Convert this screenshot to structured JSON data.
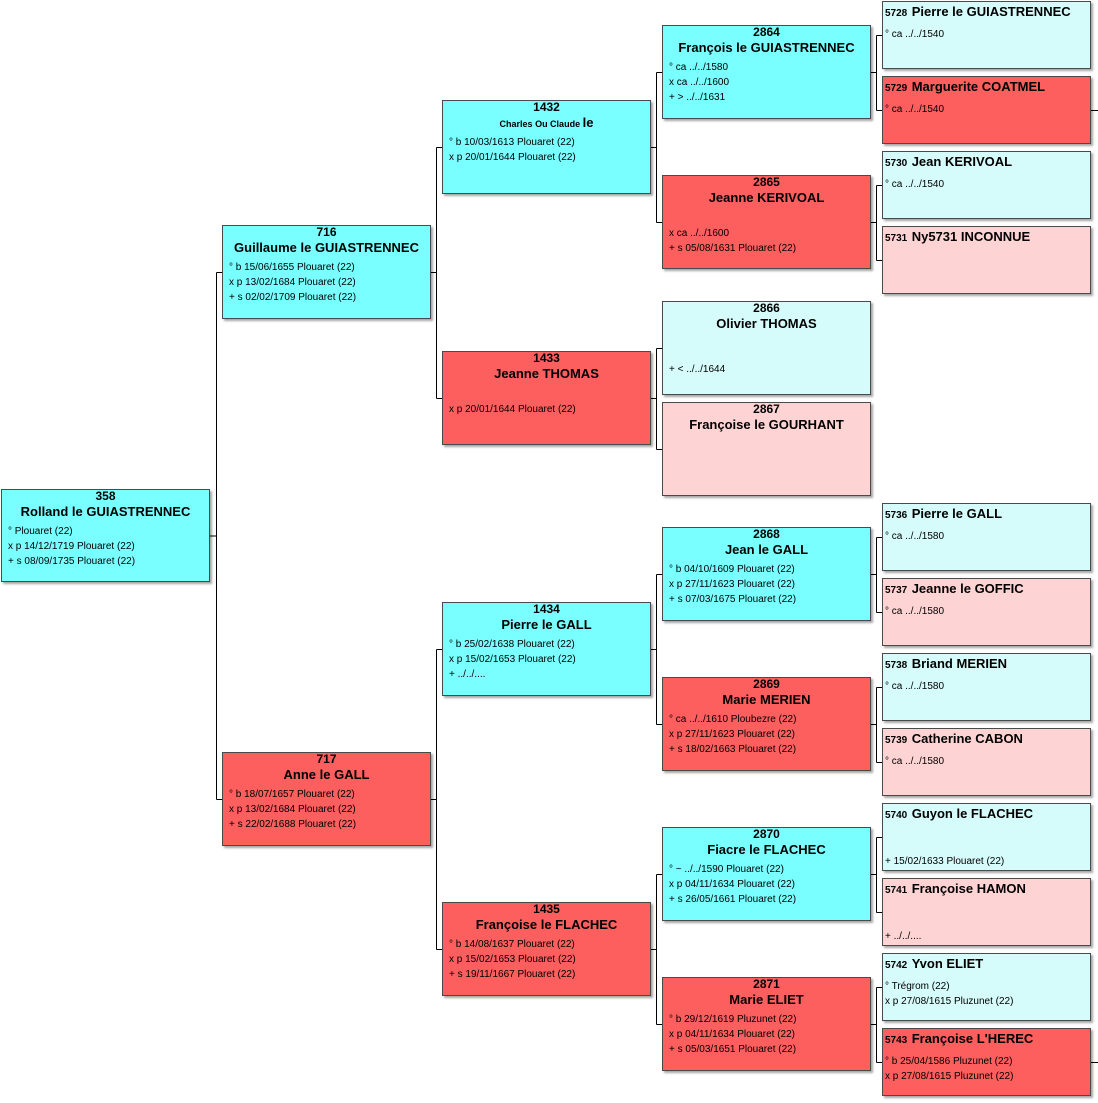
{
  "persons": [
    {
      "key": "p358",
      "num": "358",
      "name": "Rolland le GUIASTRENNEC",
      "lines": [
        "° Plouaret (22)",
        "x p 14/12/1719 Plouaret (22)",
        "+ s 08/09/1735 Plouaret (22)"
      ]
    },
    {
      "key": "p716",
      "num": "716",
      "name": "Guillaume le GUIASTRENNEC",
      "lines": [
        "° b 15/06/1655 Plouaret (22)",
        "x p 13/02/1684 Plouaret (22)",
        "+ s 02/02/1709 Plouaret (22)"
      ]
    },
    {
      "key": "p717",
      "num": "717",
      "name": "Anne le GALL",
      "lines": [
        "° b 18/07/1657 Plouaret (22)",
        "x p 13/02/1684 Plouaret (22)",
        "+ s 22/02/1688 Plouaret (22)"
      ]
    },
    {
      "key": "p1432",
      "num": "1432",
      "name_prefix": "Charles Ou Claude",
      "name_suffix": "le",
      "lines": [
        "° b 10/03/1613 Plouaret (22)",
        "x p 20/01/1644 Plouaret (22)"
      ]
    },
    {
      "key": "p1433",
      "num": "1433",
      "name": "Jeanne THOMAS",
      "lines": [
        "x p 20/01/1644 Plouaret (22)"
      ]
    },
    {
      "key": "p1434",
      "num": "1434",
      "name": "Pierre le GALL",
      "lines": [
        "° b 25/02/1638 Plouaret (22)",
        "x p 15/02/1653 Plouaret (22)",
        "+ ../../...."
      ]
    },
    {
      "key": "p1435",
      "num": "1435",
      "name": "Françoise le FLACHEC",
      "lines": [
        "° b 14/08/1637 Plouaret (22)",
        "x p 15/02/1653 Plouaret (22)",
        "+ s 19/11/1667 Plouaret (22)"
      ]
    },
    {
      "key": "p2864",
      "num": "2864",
      "name": "François le GUIASTRENNEC",
      "lines": [
        "° ca ../../1580",
        "x ca ../../1600",
        "+ > ../../1631"
      ]
    },
    {
      "key": "p2865",
      "num": "2865",
      "name": "Jeanne KERIVOAL",
      "lines": [
        "x ca ../../1600",
        "+ s 05/08/1631 Plouaret (22)"
      ]
    },
    {
      "key": "p2866",
      "num": "2866",
      "name": "Olivier THOMAS",
      "lines": [
        "+ < ../../1644"
      ]
    },
    {
      "key": "p2867",
      "num": "2867",
      "name": "Françoise le GOURHANT",
      "lines": []
    },
    {
      "key": "p2868",
      "num": "2868",
      "name": "Jean le GALL",
      "lines": [
        "° b 04/10/1609 Plouaret (22)",
        "x p 27/11/1623 Plouaret (22)",
        "+ s 07/03/1675 Plouaret (22)"
      ]
    },
    {
      "key": "p2869",
      "num": "2869",
      "name": "Marie MERIEN",
      "lines": [
        "° ca ../../1610 Ploubezre (22)",
        "x p 27/11/1623 Plouaret (22)",
        "+ s 18/02/1663 Plouaret (22)"
      ]
    },
    {
      "key": "p2870",
      "num": "2870",
      "name": "Fiacre le FLACHEC",
      "lines": [
        "° ~ ../../1590 Plouaret (22)",
        "x p 04/11/1634 Plouaret (22)",
        "+ s 26/05/1661 Plouaret (22)"
      ]
    },
    {
      "key": "p2871",
      "num": "2871",
      "name": "Marie ELIET",
      "lines": [
        "° b 29/12/1619 Pluzunet (22)",
        "x p 04/11/1634 Plouaret (22)",
        "+ s 05/03/1651 Plouaret (22)"
      ]
    },
    {
      "key": "p5728",
      "num": "5728",
      "name": "Pierre le GUIASTRENNEC",
      "lines": [
        "° ca ../../1540"
      ]
    },
    {
      "key": "p5729",
      "num": "5729",
      "name": "Marguerite COATMEL",
      "lines": [
        "° ca ../../1540"
      ]
    },
    {
      "key": "p5730",
      "num": "5730",
      "name": "Jean KERIVOAL",
      "lines": [
        "° ca ../../1540"
      ]
    },
    {
      "key": "p5731",
      "num": "5731",
      "name": "Ny5731 INCONNUE",
      "lines": []
    },
    {
      "key": "p5736",
      "num": "5736",
      "name": "Pierre le GALL",
      "lines": [
        "° ca ../../1580"
      ]
    },
    {
      "key": "p5737",
      "num": "5737",
      "name": "Jeanne le GOFFIC",
      "lines": [
        "° ca ../../1580"
      ]
    },
    {
      "key": "p5738",
      "num": "5738",
      "name": "Briand MERIEN",
      "lines": [
        "° ca ../../1580"
      ]
    },
    {
      "key": "p5739",
      "num": "5739",
      "name": "Catherine CABON",
      "lines": [
        "° ca ../../1580"
      ]
    },
    {
      "key": "p5740",
      "num": "5740",
      "name": "Guyon le FLACHEC",
      "lines": [
        "+ 15/02/1633 Plouaret (22)"
      ]
    },
    {
      "key": "p5741",
      "num": "5741",
      "name": "Françoise HAMON",
      "lines": [
        "+ ../../...."
      ]
    },
    {
      "key": "p5742",
      "num": "5742",
      "name": "Yvon ELIET",
      "lines": [
        "° Trégrom (22)",
        "x p 27/08/1615 Pluzunet (22)"
      ]
    },
    {
      "key": "p5743",
      "num": "5743",
      "name": "Françoise L'HEREC",
      "lines": [
        "° b 25/04/1586 Pluzunet (22)",
        "x p 27/08/1615 Pluzunet (22)"
      ]
    }
  ],
  "colors": {
    "male": "#79ffff",
    "female": "#fd5e5e",
    "male_unconfirmed": "#d6fbfb",
    "female_unconfirmed": "#fed3d3",
    "connector": "#000000"
  }
}
